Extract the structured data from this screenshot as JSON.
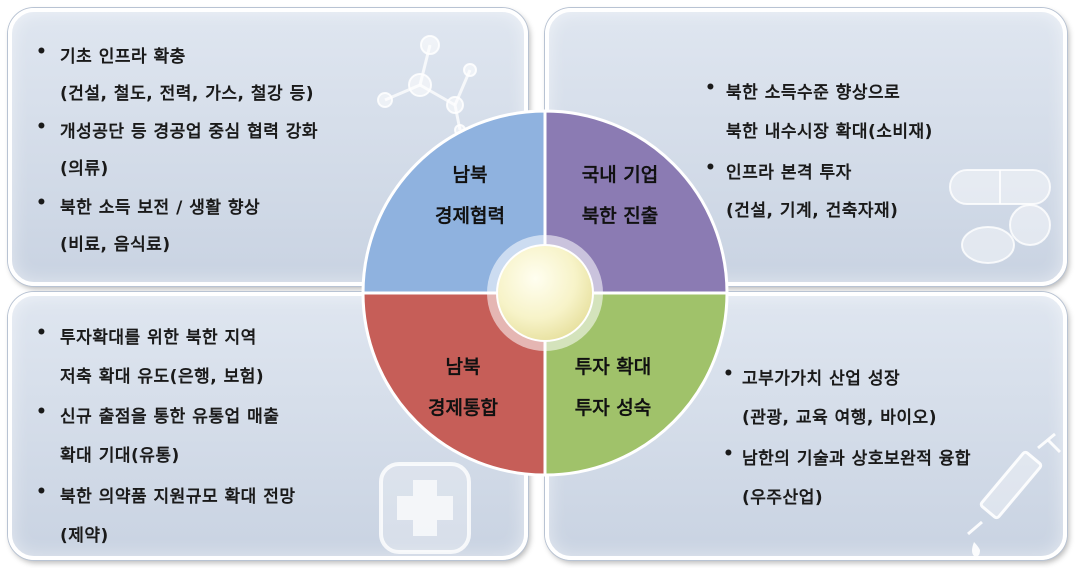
{
  "colors": {
    "panel": "#d3dbe7",
    "quadrant_tl": "#8fb2df",
    "quadrant_tr": "#8b7bb3",
    "quadrant_bl": "#c65e58",
    "quadrant_br": "#a0c26a",
    "center": "#f7f3c8"
  },
  "quadrants": {
    "tl": {
      "line1": "남북",
      "line2": "경제협력"
    },
    "tr": {
      "line1": "국내 기업",
      "line2": "북한 진출"
    },
    "bl": {
      "line1": "남북",
      "line2": "경제통합"
    },
    "br": {
      "line1": "투자 확대",
      "line2": "투자 성숙"
    }
  },
  "panels": {
    "tl": {
      "bullet": "•",
      "lines": [
        "기초 인프라 확충",
        "(건설, 철도, 전력, 가스, 철강 등)",
        "개성공단 등 경공업 중심 협력 강화",
        "(의류)",
        "북한 소득 보전 / 생활 향상",
        "(비료, 음식료)"
      ],
      "icon": "molecule-icon"
    },
    "tr": {
      "bullet": "•",
      "lines": [
        "북한 소득수준 향상으로",
        "북한 내수시장 확대(소비재)",
        "인프라 본격 투자",
        "(건설, 기계, 건축자재)"
      ],
      "icon": "pill-capsule-icon"
    },
    "bl": {
      "bullet": "•",
      "lines": [
        "투자확대를 위한 북한 지역",
        "저축 확대 유도(은행, 보험)",
        "신규 출점을 통한 유통업 매출",
        "확대 기대(유통)",
        "북한 의약품 지원규모 확대 전망",
        "(제약)"
      ],
      "icon": "medical-cross-icon"
    },
    "br": {
      "bullet": "•",
      "lines": [
        "고부가가치 산업 성장",
        "(관광, 교육 여행, 바이오)",
        "남한의 기술과 상호보완적 융합",
        "(우주산업)"
      ],
      "icon": "syringe-icon"
    }
  }
}
